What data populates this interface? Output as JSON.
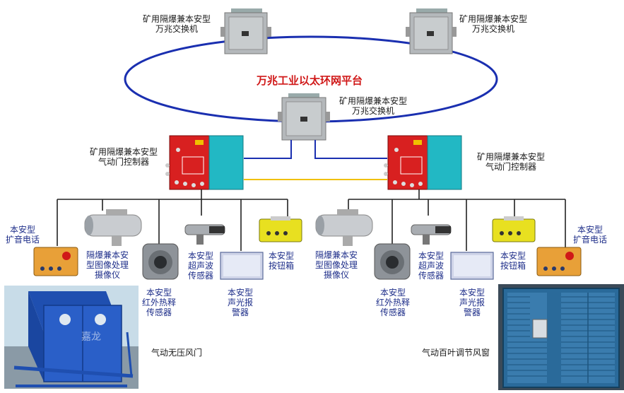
{
  "ring": {
    "title": "万兆工业以太环网平台"
  },
  "switches": [
    {
      "label": "矿用隔爆兼本安型\n万兆交换机"
    },
    {
      "label": "矿用隔爆兼本安型\n万兆交换机"
    },
    {
      "label": "矿用隔爆兼本安型\n万兆交换机"
    }
  ],
  "controllers": [
    {
      "label": "矿用隔爆兼本安型\n气动门控制器"
    },
    {
      "label": "矿用隔爆兼本安型\n气动门控制器"
    }
  ],
  "left_devices": {
    "phone": "本安型\n扩音电话",
    "camera": "隔爆兼本安\n型图像处理\n摄像仪",
    "ir": "本安型\n红外热释\n传感器",
    "ultra": "本安型\n超声波\n传感器",
    "alarm": "本安型\n声光报\n警器",
    "button": "本安型\n按钮箱"
  },
  "right_devices": {
    "camera": "隔爆兼本安\n型图像处理\n摄像仪",
    "ir": "本安型\n红外热释\n传感器",
    "ultra": "本安型\n超声波\n传感器",
    "alarm": "本安型\n声光报\n警器",
    "button": "本安型\n按钮箱",
    "phone": "本安型\n扩音电话"
  },
  "door_left": {
    "label": "气动无压风门",
    "watermark": "嘉龙"
  },
  "door_right": {
    "label": "气动百叶调节风窗"
  },
  "colors": {
    "ring": "#1a2fb0",
    "link": "#f0c000",
    "title": "#d01818"
  }
}
